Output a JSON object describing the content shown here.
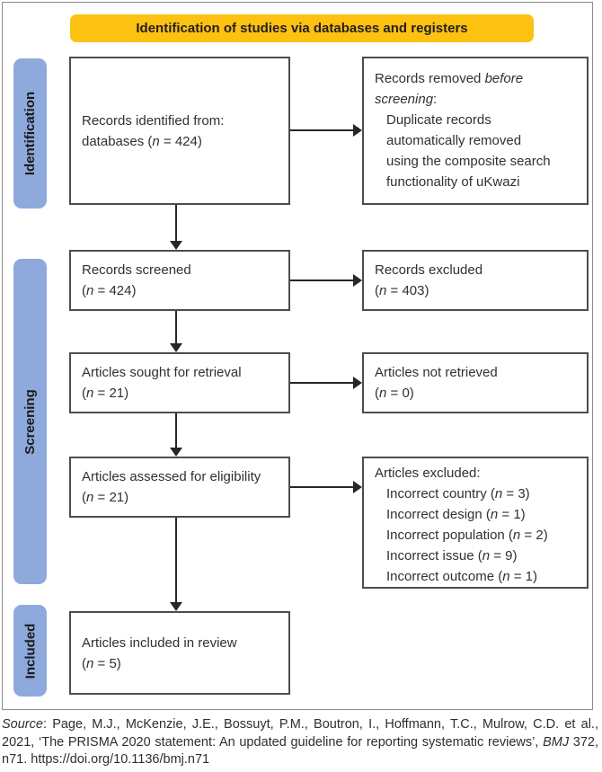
{
  "header": {
    "title": "Identification of studies via databases and registers"
  },
  "colors": {
    "background": "#FFFFFF",
    "header_bg": "#FDC112",
    "header_text": "#231F20",
    "sidebar_bg": "#8EA9DB",
    "sidebar_text": "#1A1A1A",
    "box_border": "#4D4D4D",
    "box_text": "#303030",
    "arrow": "#262626",
    "figure_border": "#8C8C8C"
  },
  "sidebar": {
    "stages": [
      {
        "label": "Identification"
      },
      {
        "label": "Screening"
      },
      {
        "label": "Included"
      }
    ]
  },
  "boxes": {
    "records_identified": {
      "lines": [
        {
          "segs": [
            {
              "t": "Records identified from:"
            }
          ]
        },
        {
          "segs": [
            {
              "t": "databases ("
            },
            {
              "t": "n",
              "i": true
            },
            {
              "t": " = 424)"
            }
          ]
        }
      ]
    },
    "records_removed": {
      "lines": [
        {
          "segs": [
            {
              "t": "Records removed "
            },
            {
              "t": "before",
              "i": true
            }
          ]
        },
        {
          "segs": [
            {
              "t": "screening",
              "i": true
            },
            {
              "t": ":"
            }
          ]
        },
        {
          "indent": true,
          "segs": [
            {
              "t": "Duplicate records"
            }
          ]
        },
        {
          "indent": true,
          "segs": [
            {
              "t": "automatically removed"
            }
          ]
        },
        {
          "indent": true,
          "segs": [
            {
              "t": "using the composite search"
            }
          ]
        },
        {
          "indent": true,
          "segs": [
            {
              "t": "functionality of uKwazi"
            }
          ]
        }
      ]
    },
    "records_screened": {
      "lines": [
        {
          "segs": [
            {
              "t": "Records screened"
            }
          ]
        },
        {
          "segs": [
            {
              "t": "("
            },
            {
              "t": "n",
              "i": true
            },
            {
              "t": " = 424)"
            }
          ]
        }
      ]
    },
    "records_excluded": {
      "lines": [
        {
          "segs": [
            {
              "t": "Records excluded"
            }
          ]
        },
        {
          "segs": [
            {
              "t": "("
            },
            {
              "t": "n",
              "i": true
            },
            {
              "t": " = 403)"
            }
          ]
        }
      ]
    },
    "articles_sought": {
      "lines": [
        {
          "segs": [
            {
              "t": "Articles sought for retrieval"
            }
          ]
        },
        {
          "segs": [
            {
              "t": "("
            },
            {
              "t": "n",
              "i": true
            },
            {
              "t": " = 21)"
            }
          ]
        }
      ]
    },
    "articles_not_retrieved": {
      "lines": [
        {
          "segs": [
            {
              "t": "Articles not retrieved"
            }
          ]
        },
        {
          "segs": [
            {
              "t": "("
            },
            {
              "t": "n",
              "i": true
            },
            {
              "t": " = 0)"
            }
          ]
        }
      ]
    },
    "articles_assessed": {
      "lines": [
        {
          "segs": [
            {
              "t": "Articles assessed for eligibility"
            }
          ]
        },
        {
          "segs": [
            {
              "t": "("
            },
            {
              "t": "n",
              "i": true
            },
            {
              "t": " = 21)"
            }
          ]
        }
      ]
    },
    "articles_excluded": {
      "lines": [
        {
          "segs": [
            {
              "t": "Articles excluded:"
            }
          ]
        },
        {
          "indent": true,
          "segs": [
            {
              "t": "Incorrect country ("
            },
            {
              "t": "n",
              "i": true
            },
            {
              "t": " = 3)"
            }
          ]
        },
        {
          "indent": true,
          "segs": [
            {
              "t": "Incorrect design ("
            },
            {
              "t": "n",
              "i": true
            },
            {
              "t": " = 1)"
            }
          ]
        },
        {
          "indent": true,
          "segs": [
            {
              "t": "Incorrect population ("
            },
            {
              "t": "n",
              "i": true
            },
            {
              "t": " = 2)"
            }
          ]
        },
        {
          "indent": true,
          "segs": [
            {
              "t": "Incorrect issue ("
            },
            {
              "t": "n",
              "i": true
            },
            {
              "t": " = 9)"
            }
          ]
        },
        {
          "indent": true,
          "segs": [
            {
              "t": "Incorrect outcome ("
            },
            {
              "t": "n",
              "i": true
            },
            {
              "t": " = 1)"
            }
          ]
        }
      ]
    },
    "articles_included": {
      "lines": [
        {
          "segs": [
            {
              "t": "Articles included in review"
            }
          ]
        },
        {
          "segs": [
            {
              "t": "("
            },
            {
              "t": "n",
              "i": true
            },
            {
              "t": " = 5)"
            }
          ]
        }
      ]
    }
  },
  "source": {
    "lines": [
      {
        "segs": [
          {
            "t": "Source",
            "i": true
          },
          {
            "t": ": Page, M.J., McKenzie, J.E., Bossuyt, P.M., Boutron, I., Hoffmann, T.C., Mulrow, C.D. et al., 2021, ‘The PRISMA 2020 statement: An updated guideline for reporting systematic reviews’, "
          },
          {
            "t": "BMJ",
            "i": true
          },
          {
            "t": " 372, n71. https://doi.org/10.1136/bmj.n71"
          }
        ]
      }
    ]
  }
}
